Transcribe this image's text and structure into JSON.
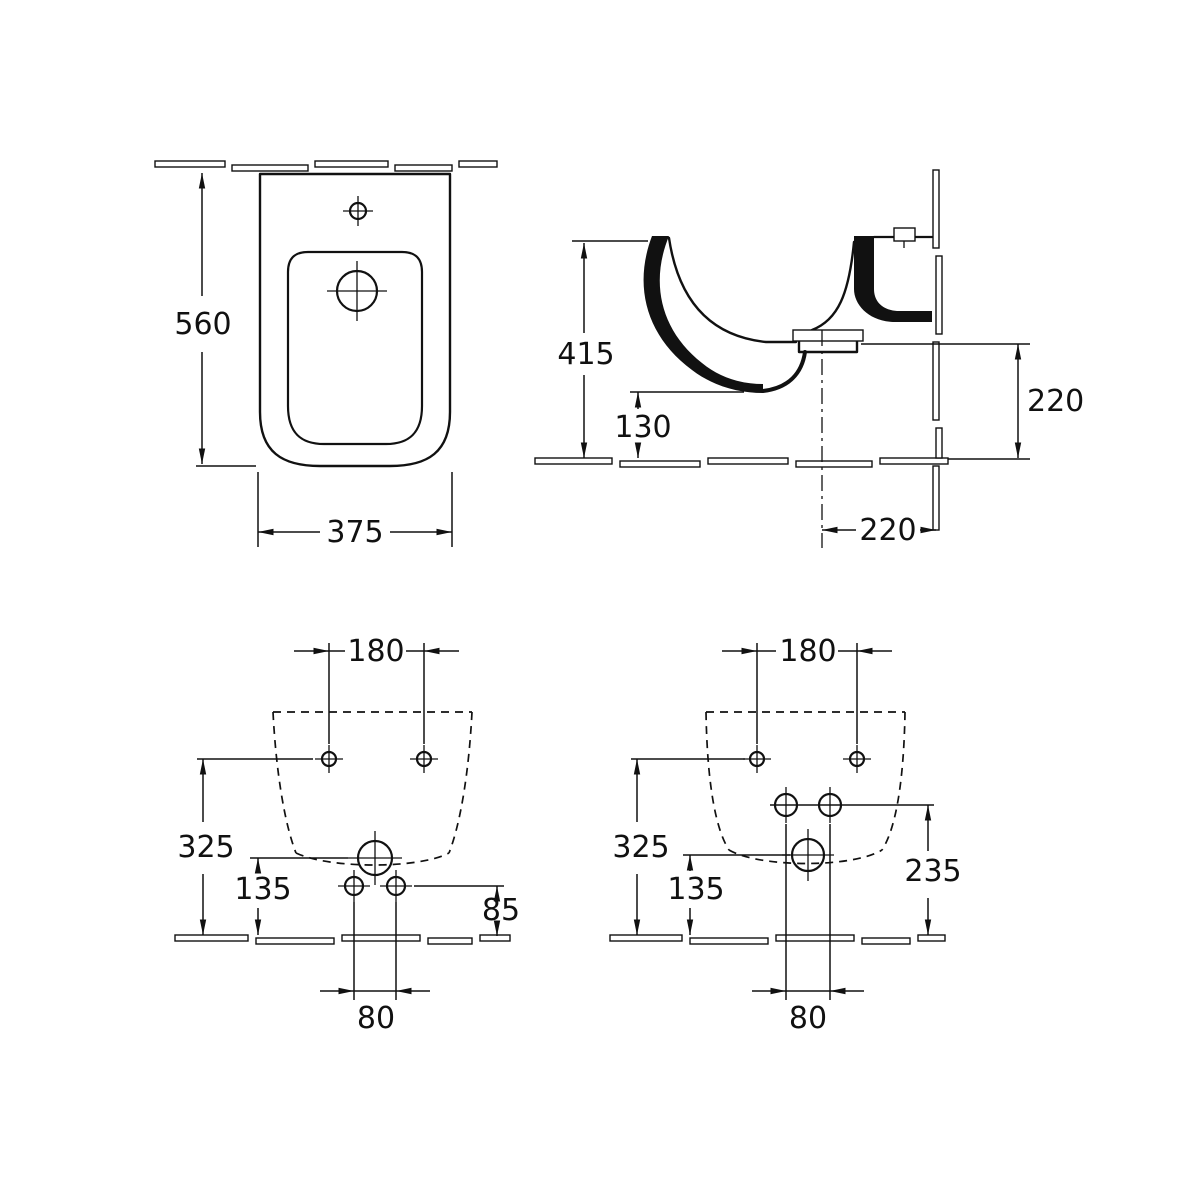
{
  "drawing": {
    "background_color": "#ffffff",
    "line_color": "#111111",
    "plan": {
      "depth_mm": "560",
      "width_mm": "375"
    },
    "side": {
      "height_mm": "415",
      "rim_bottom_mm": "130",
      "outlet_height_mm": "220",
      "outlet_offset_mm": "220"
    },
    "rear_a": {
      "hole_span_mm": "180",
      "hole_height_mm": "325",
      "drain_height_mm": "135",
      "side_hole_height_mm": "85",
      "bottom_span_mm": "80"
    },
    "rear_b": {
      "hole_span_mm": "180",
      "hole_height_mm": "325",
      "drain_height_mm": "135",
      "supply_height_mm": "235",
      "bottom_span_mm": "80"
    }
  }
}
